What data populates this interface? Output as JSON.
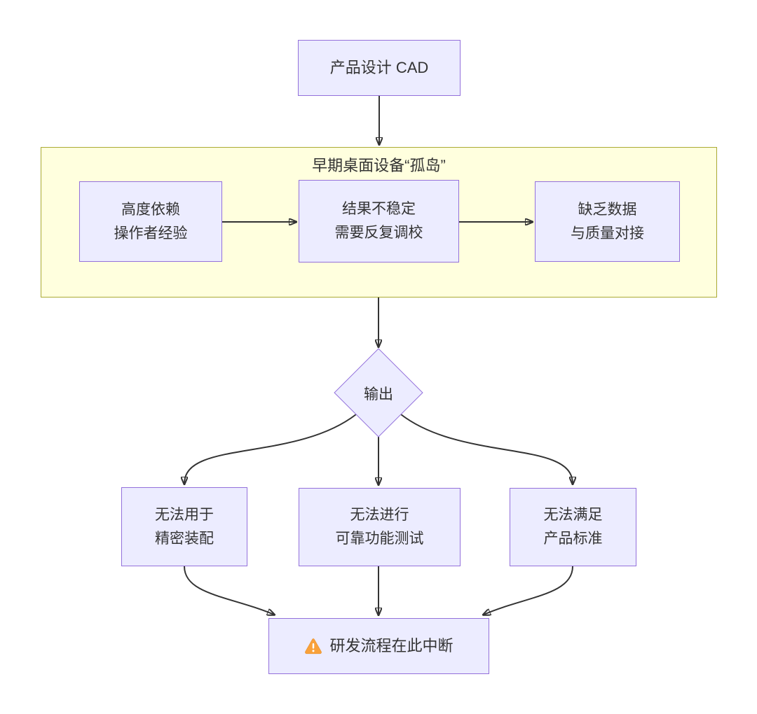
{
  "diagram": {
    "type": "flowchart",
    "colors": {
      "node_fill": "#ECECFF",
      "node_border": "#9370DB",
      "cluster_fill": "#FFFFDE",
      "cluster_border": "#AAAA33",
      "edge_color": "#333333",
      "text_color": "#333333",
      "warning_orange": "#F9A13A"
    },
    "container": {
      "title": "早期桌面设备“孤岛”"
    },
    "nodes": {
      "cad": {
        "label": "产品设计 CAD"
      },
      "dep": {
        "lines": [
          "高度依赖",
          "操作者经验"
        ]
      },
      "unstable": {
        "lines": [
          "结果不稳定",
          "需要反复调校"
        ]
      },
      "nodata": {
        "lines": [
          "缺乏数据",
          "与质量对接"
        ]
      },
      "output": {
        "label": "输出",
        "shape": "diamond"
      },
      "assembly": {
        "lines": [
          "无法用于",
          "精密装配"
        ]
      },
      "testing": {
        "lines": [
          "无法进行",
          "可靠功能测试"
        ]
      },
      "standard": {
        "lines": [
          "无法满足",
          "产品标准"
        ]
      },
      "fail": {
        "icon": "warning-icon",
        "label": "研发流程在此中断"
      }
    },
    "edges": [
      {
        "from": "cad",
        "to": "island-container"
      },
      {
        "from": "dep",
        "to": "unstable"
      },
      {
        "from": "unstable",
        "to": "nodata"
      },
      {
        "from": "island-container",
        "to": "output"
      },
      {
        "from": "output",
        "to": "assembly"
      },
      {
        "from": "output",
        "to": "testing"
      },
      {
        "from": "output",
        "to": "standard"
      },
      {
        "from": "assembly",
        "to": "fail"
      },
      {
        "from": "testing",
        "to": "fail"
      },
      {
        "from": "standard",
        "to": "fail"
      }
    ]
  }
}
